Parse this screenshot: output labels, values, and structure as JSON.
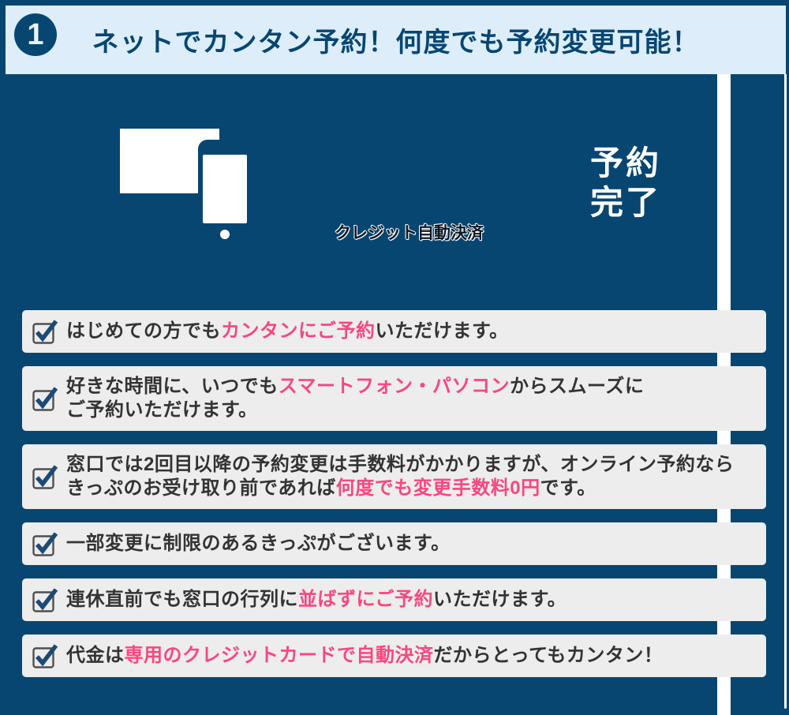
{
  "header": {
    "step_number": "1",
    "title": "ネットでカンタン予約！何度でも予約変更可能！"
  },
  "illustration": {
    "caption": "クレジット自動決済"
  },
  "status": {
    "line1": "予約",
    "line2": "完了"
  },
  "checklist": {
    "rows": [
      {
        "lines": [
          [
            {
              "t": "はじめての方でも"
            },
            {
              "t": "カンタンにご予約",
              "hl": true
            },
            {
              "t": "いただけます。"
            }
          ]
        ]
      },
      {
        "lines": [
          [
            {
              "t": "好きな時間に、いつでも"
            },
            {
              "t": "スマートフォン・パソコン",
              "hl": true
            },
            {
              "t": "からスムーズに"
            }
          ],
          [
            {
              "t": "ご予約いただけます。"
            }
          ]
        ]
      },
      {
        "lines": [
          [
            {
              "t": "窓口では2回目以降の予約変更は手数料がかかりますが、オンライン予約なら"
            }
          ],
          [
            {
              "t": "きっぷのお受け取り前であれば"
            },
            {
              "t": "何度でも変更手数料0円",
              "hl": true
            },
            {
              "t": "です。"
            }
          ]
        ]
      },
      {
        "lines": [
          [
            {
              "t": "一部変更に制限のあるきっぷがございます。"
            }
          ]
        ]
      },
      {
        "lines": [
          [
            {
              "t": "連休直前でも窓口の行列に"
            },
            {
              "t": "並ばずにご予約",
              "hl": true
            },
            {
              "t": "いただけます。"
            }
          ]
        ]
      },
      {
        "lines": [
          [
            {
              "t": "代金は"
            },
            {
              "t": "専用のクレジットカードで自動決済",
              "hl": true
            },
            {
              "t": "だからとってもカンタン！"
            }
          ]
        ]
      }
    ]
  },
  "colors": {
    "navy": "#084672",
    "light_blue": "#ddeefa",
    "row_gray": "#ededed",
    "accent_pink": "#f8477e",
    "text_dark": "#333333",
    "check_navy": "#1c4a77",
    "checkbox_border": "#4f4f4f",
    "white": "#ffffff"
  }
}
